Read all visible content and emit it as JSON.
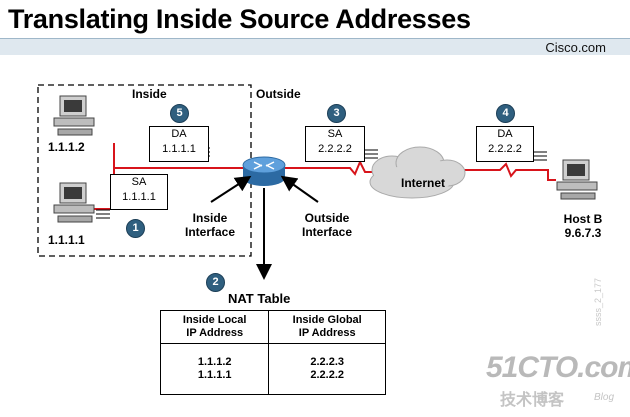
{
  "title": "Translating Inside Source Addresses",
  "brand": "Cisco.com",
  "zones": {
    "inside": "Inside",
    "outside": "Outside"
  },
  "hosts": [
    {
      "ip": "1.1.1.2"
    },
    {
      "ip": "1.1.1.1"
    },
    {
      "name": "Host B",
      "ip": "9.6.7.3"
    }
  ],
  "packets": [
    {
      "step": "1",
      "field": "SA",
      "addr": "1.1.1.1"
    },
    {
      "step": "5",
      "field": "DA",
      "addr": "1.1.1.1"
    },
    {
      "step": "3",
      "field": "SA",
      "addr": "2.2.2.2"
    },
    {
      "step": "4",
      "field": "DA",
      "addr": "2.2.2.2"
    }
  ],
  "interfaces": {
    "inside": {
      "line1": "Inside",
      "line2": "Interface"
    },
    "outside": {
      "line1": "Outside",
      "line2": "Interface"
    }
  },
  "cloud_label": "Internet",
  "nat": {
    "step": "2",
    "title": "NAT Table",
    "columns": [
      {
        "line1": "Inside Local",
        "line2": "IP Address"
      },
      {
        "line1": "Inside Global",
        "line2": "IP Address"
      }
    ],
    "rows": [
      [
        "1.1.1.2",
        "2.2.2.3"
      ],
      [
        "1.1.1.1",
        "2.2.2.2"
      ]
    ]
  },
  "watermark": {
    "main": "51CTO.com",
    "sub": "技术博客",
    "blog": "Blog",
    "code": "ssss_2_177"
  },
  "colors": {
    "link": "#d8141b",
    "badge": "#2f5f7f",
    "router": "#3f86c8"
  },
  "icons": [
    "pc-icon",
    "router-icon",
    "cloud-icon",
    "arrow-icon"
  ]
}
